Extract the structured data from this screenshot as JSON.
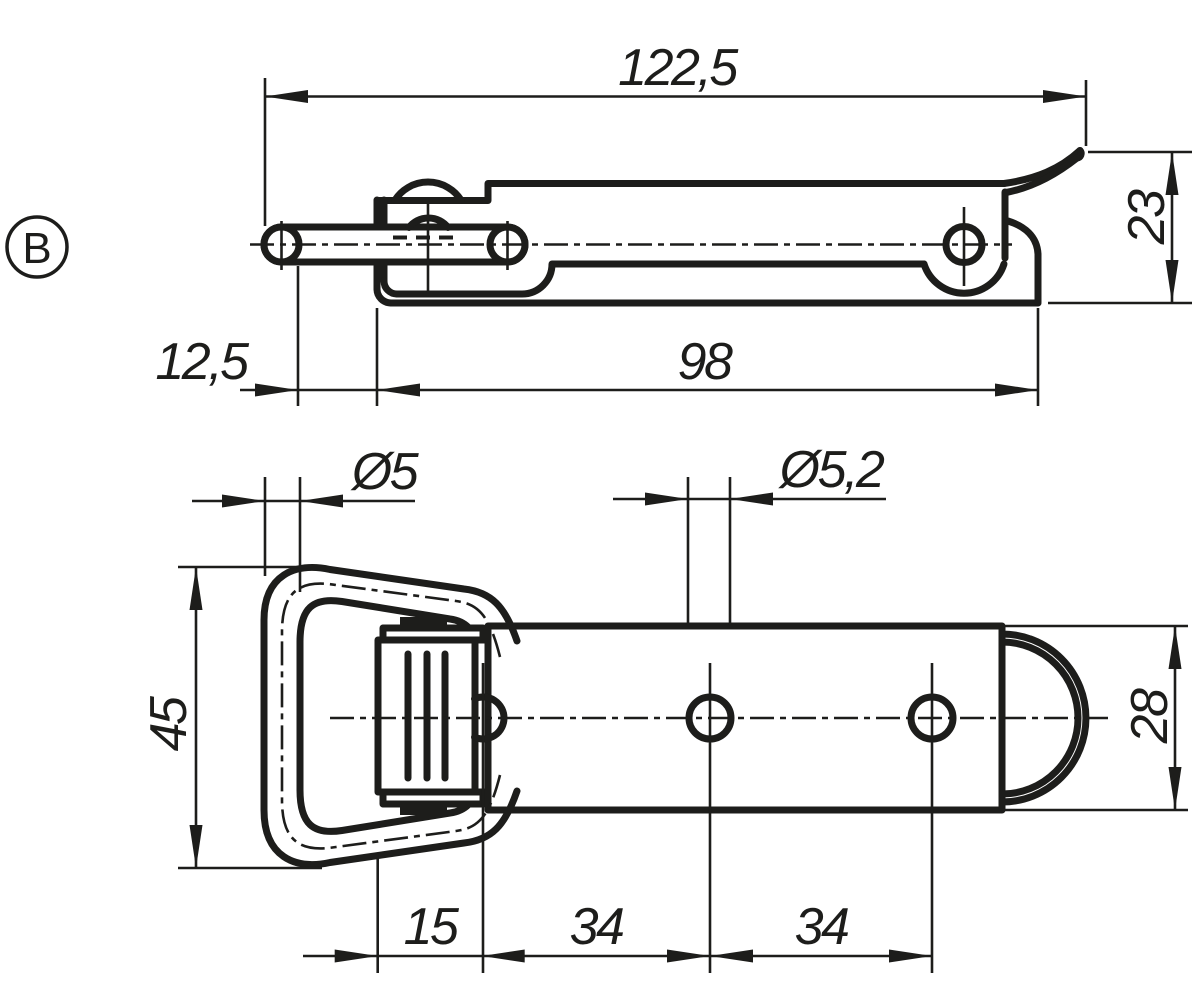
{
  "balloon": {
    "label": "B"
  },
  "side_view": {
    "dim_overall_length": "122,5",
    "dim_bail_offset": "12,5",
    "dim_base_length": "98",
    "dim_height": "23"
  },
  "plan_view": {
    "dim_wire_diameter": "Ø5",
    "dim_hole_diameter": "Ø5,2",
    "dim_bail_width": "45",
    "dim_plate_width": "28",
    "dim_hole_offset": "15",
    "dim_hole_spacing_a": "34",
    "dim_hole_spacing_b": "34"
  },
  "colors": {
    "line": "#1d1d1b",
    "background": "#ffffff"
  }
}
